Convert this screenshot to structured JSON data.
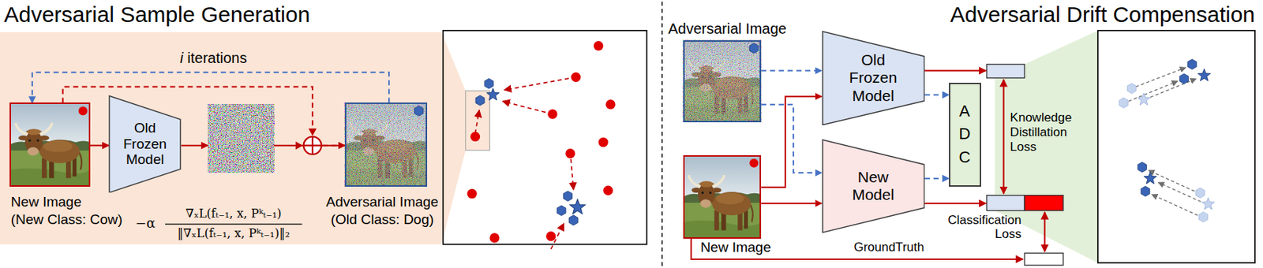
{
  "diagram": {
    "nodes": [
      {
        "text": [
          "New Image",
          "(New Class: Cow)"
        ]
      },
      {
        "text": [
          "Old Frozen Model"
        ]
      },
      {
        "text": [
          "−α",
          "∇ₓL(fₜ₋₁, x, Pᵏₜ₋₁)",
          "‖∇ₓL(fₜ₋₁, x, Pᵏₜ₋₁)‖₂"
        ]
      },
      {
        "text": [
          "Adversarial Image",
          "(Old Class: Dog)"
        ]
      },
      {
        "text": [
          "Adversarial Image"
        ]
      },
      {
        "text": [
          "New Image"
        ]
      },
      {
        "text": [
          "Old Frozen Model"
        ]
      },
      {
        "text": [
          "New Model"
        ]
      },
      {
        "text": [
          "A D C"
        ]
      }
    ],
    "edges": [
      {
        "from": 0,
        "to": 1,
        "arrow": "to"
      },
      {
        "from": 1,
        "to": 2,
        "arrow": "to"
      },
      {
        "from": 2,
        "to": 3,
        "arrow": "to"
      },
      {
        "from": 0,
        "to": 3,
        "arrow": "to"
      },
      {
        "from": 3,
        "to": 0,
        "label": "i iterations",
        "arrow": "to"
      },
      {
        "from": 4,
        "to": 6,
        "arrow": "to"
      },
      {
        "from": 4,
        "to": 7,
        "arrow": "to"
      },
      {
        "from": 5,
        "to": 6,
        "arrow": "to"
      },
      {
        "from": 5,
        "to": 7,
        "arrow": "to"
      },
      {
        "from": 6,
        "to": 8,
        "arrow": "to"
      },
      {
        "from": 7,
        "to": 8,
        "arrow": "to"
      }
    ],
    "labels": [
      "Adversarial Sample Generation",
      "Adversarial Drift Compensation",
      "Knowledge Distillation Loss",
      "Classification Loss",
      "GroundTruth"
    ]
  }
}
